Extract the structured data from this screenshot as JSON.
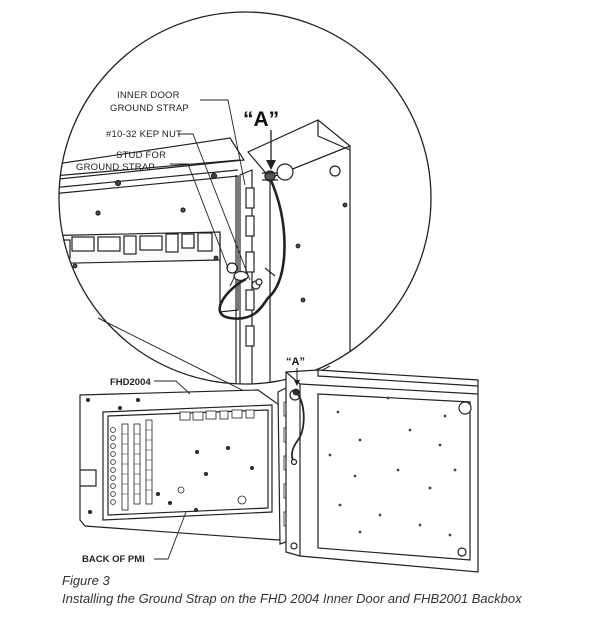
{
  "labels": {
    "inner_door_line1": "INNER DOOR",
    "inner_door_line2": "GROUND STRAP",
    "kep_nut": "#10-32 KEP NUT",
    "stud_line1": "STUD FOR",
    "stud_line2": "GROUND  STRAP",
    "callout_a_big": "“A”",
    "callout_a_small": "“A”",
    "fhd_model": "FHD2004",
    "back_of_pmi": "BACK OF PMI"
  },
  "caption": {
    "figure_number": "Figure 3",
    "title": "Installing the Ground Strap on the FHD 2004 Inner Door and FHB2001 Backbox"
  }
}
